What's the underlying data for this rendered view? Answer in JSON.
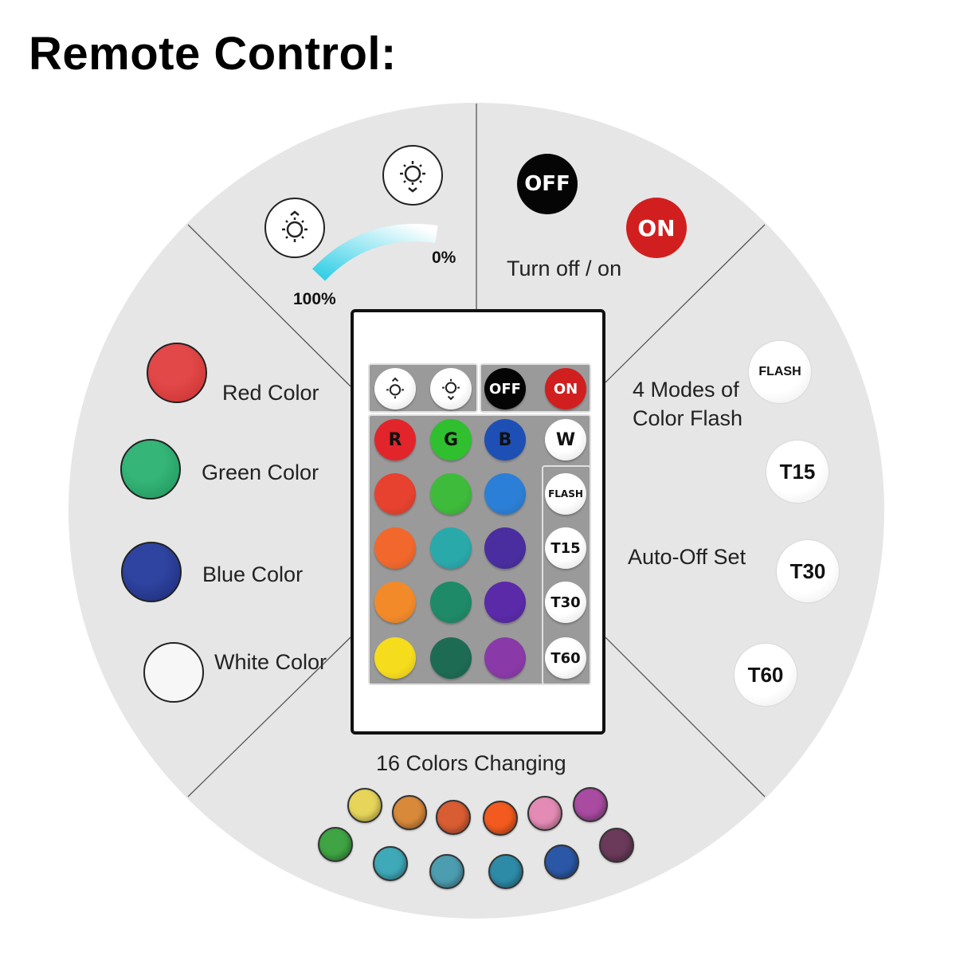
{
  "title": "Remote Control:",
  "brightness": {
    "max_label": "100%",
    "min_label": "0%",
    "up_icon": "brightness-up-icon",
    "down_icon": "brightness-down-icon"
  },
  "power": {
    "off_label": "OFF",
    "on_label": "ON",
    "caption": "Turn off / on",
    "off_color": "#000000",
    "on_color": "#d11f1f"
  },
  "colors": {
    "red_label": "Red Color",
    "green_label": "Green Color",
    "blue_label": "Blue Color",
    "white_label": "White Color",
    "red_hex": "#d83a3a",
    "green_hex": "#2aa56a",
    "blue_hex": "#24368a",
    "white_hex": "#f7f7f7"
  },
  "flash": {
    "caption_line1": "4 Modes of",
    "caption_line2": "Color Flash",
    "button_label": "FLASH"
  },
  "auto_off": {
    "caption": "Auto-Off Set",
    "t15": "T15",
    "t30": "T30",
    "t60": "T60"
  },
  "sixteen": {
    "caption": "16 Colors Changing",
    "dots": [
      "#e6d55a",
      "#d9893a",
      "#d95d33",
      "#f25a1f",
      "#e38bb4",
      "#a84ba1",
      "#3fa443",
      "#3fa9b8",
      "#4d9db0",
      "#2e8ba8",
      "#2b58a6",
      "#6b3a5b"
    ]
  },
  "remote": {
    "r": "R",
    "g": "G",
    "b": "B",
    "w": "W",
    "off": "OFF",
    "on": "ON",
    "flash": "FLASH",
    "t15": "T15",
    "t30": "T30",
    "t60": "T60",
    "grid_colors": [
      "#e7422f",
      "#3fbb3c",
      "#2c7fd6",
      "#f2682c",
      "#2aa9ab",
      "#4a2ea0",
      "#f28a2a",
      "#1f8a68",
      "#5a2aa8",
      "#f5dc1d",
      "#1e6b54",
      "#8a3aa8"
    ]
  }
}
